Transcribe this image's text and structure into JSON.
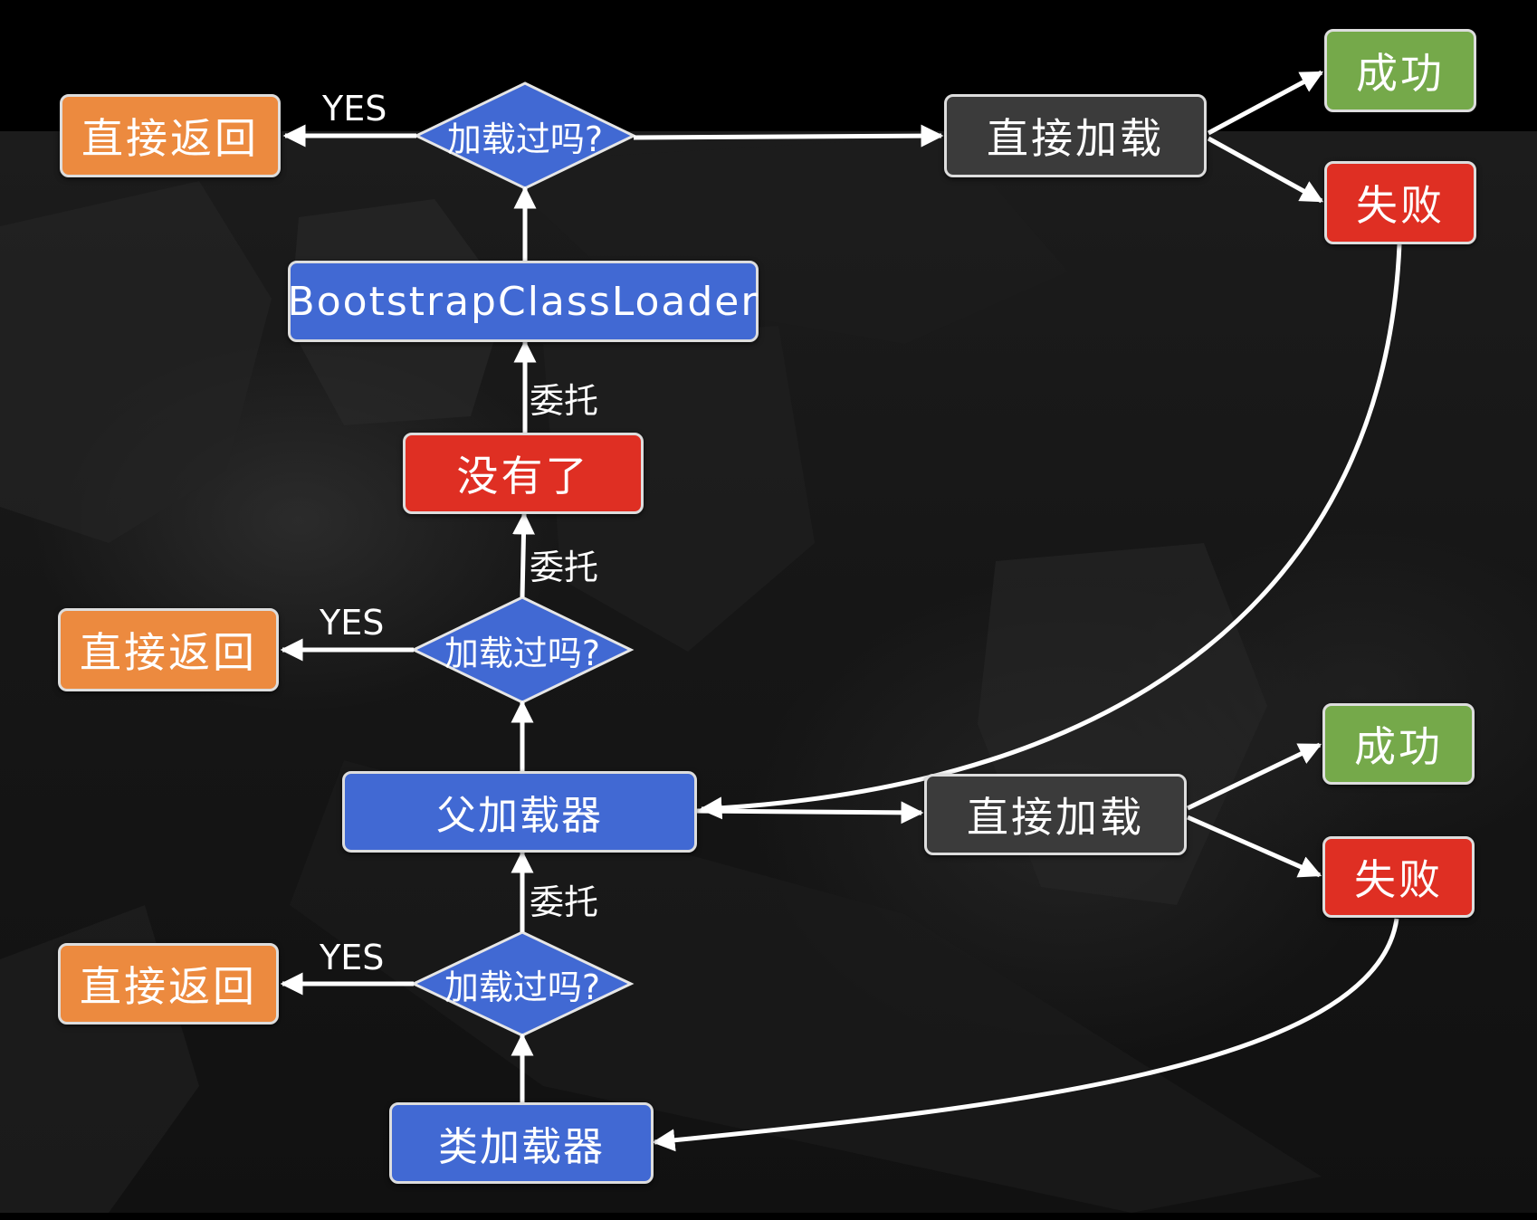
{
  "colors": {
    "return_box": "#ec8a3f",
    "loader_box": "#4169d3",
    "decision_diamond": "#4169d3",
    "load_box": "#3b3b3b",
    "success_box": "#75a94a",
    "fail_box": "#df2f23",
    "arrow": "#ffffff"
  },
  "diagram": {
    "top": {
      "return": "直接返回",
      "yes": "YES",
      "check": "加载过吗?",
      "loader": "BootstrapClassLoader",
      "load": "直接加载",
      "success": "成功",
      "fail": "失败"
    },
    "delegate_1": "委托",
    "none_left": "没有了",
    "delegate_2": "委托",
    "middle": {
      "return": "直接返回",
      "yes": "YES",
      "check": "加载过吗?",
      "loader": "父加载器",
      "load": "直接加载",
      "success": "成功",
      "fail": "失败"
    },
    "delegate_3": "委托",
    "bottom": {
      "return": "直接返回",
      "yes": "YES",
      "check": "加载过吗?",
      "loader": "类加载器"
    }
  }
}
